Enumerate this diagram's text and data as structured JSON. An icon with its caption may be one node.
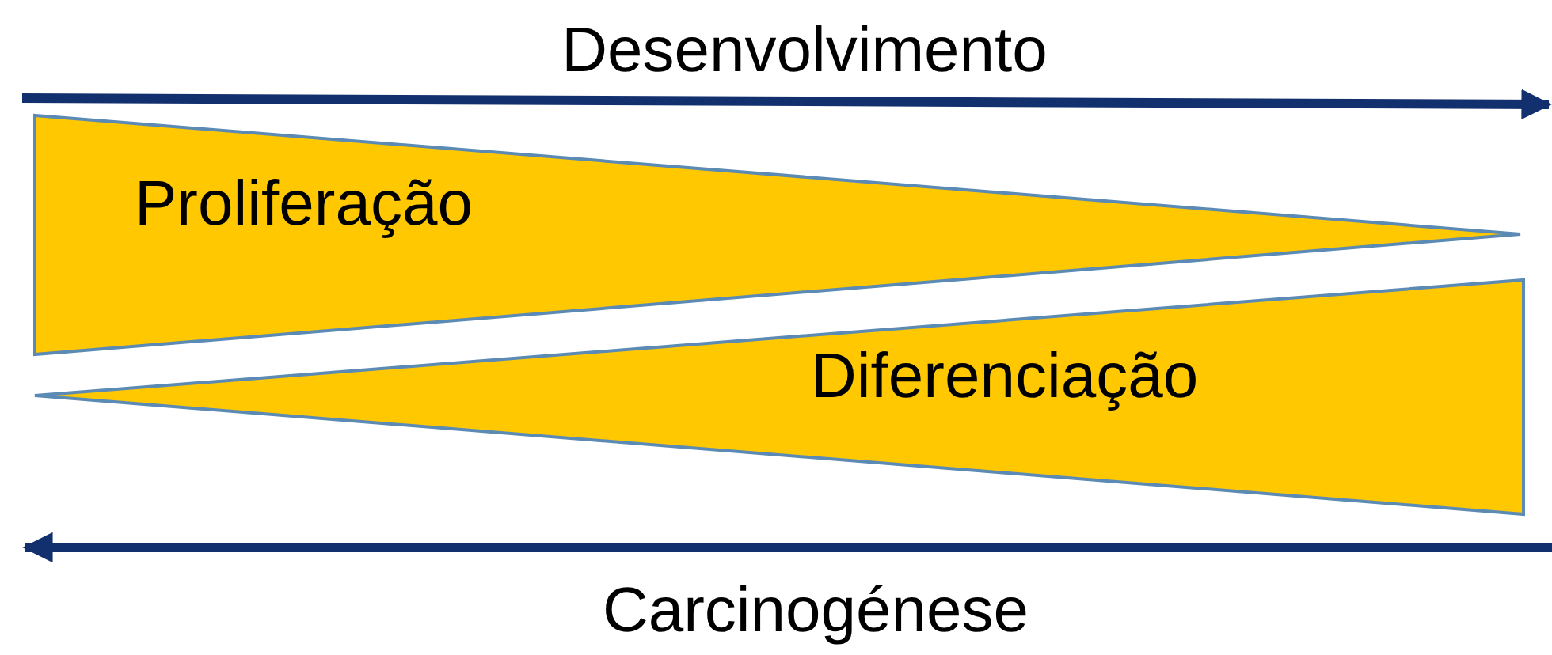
{
  "diagram": {
    "nodes": [
      {
        "text": [
          "Proliferação"
        ]
      },
      {
        "text": [
          "Diferenciação"
        ]
      }
    ],
    "labels": [
      "Desenvolvimento",
      "Carcinogénese"
    ]
  }
}
